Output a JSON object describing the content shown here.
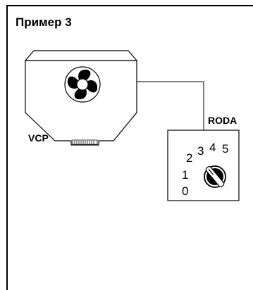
{
  "title": "Пример 3",
  "labels": {
    "vcp": "VCP",
    "roda": "RODA"
  },
  "dial_numbers": [
    "0",
    "1",
    "2",
    "3",
    "4",
    "5"
  ],
  "icons": {
    "fan": "fan-icon",
    "knob": "rotary-knob-icon"
  },
  "colors": {
    "line": "#000000",
    "background": "#ffffff"
  }
}
